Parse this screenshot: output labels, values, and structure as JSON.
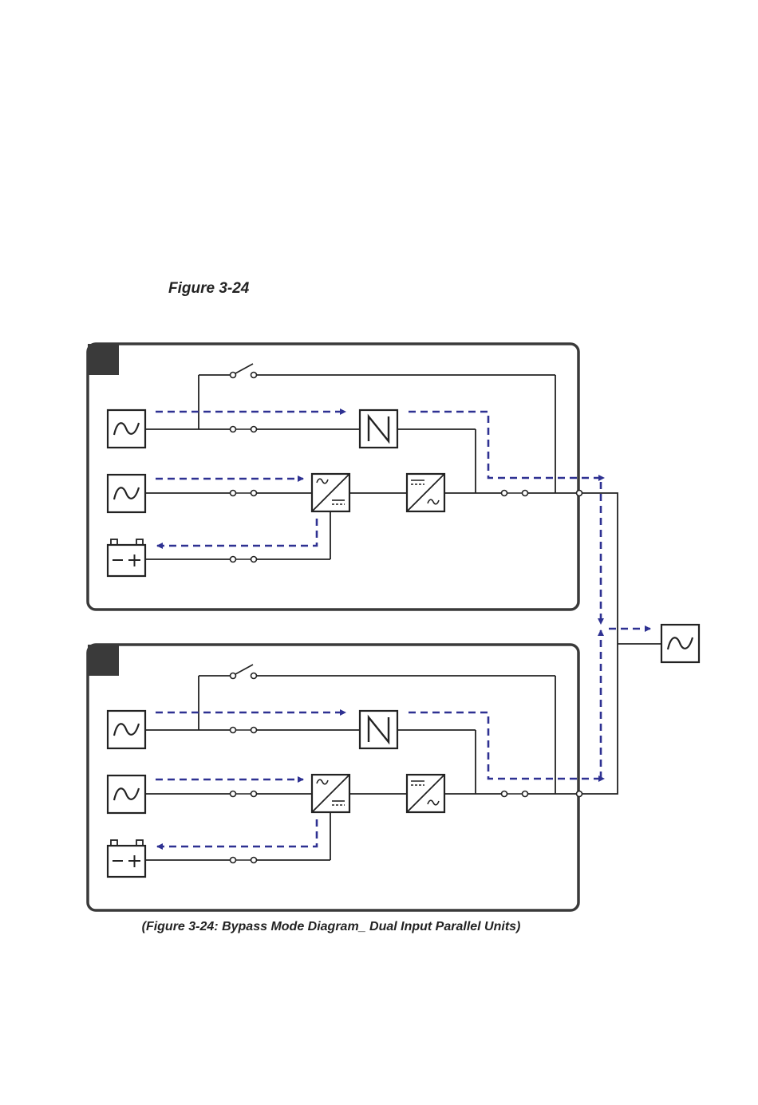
{
  "figure": {
    "title": "Figure 3-24",
    "caption": "(Figure 3-24: Bypass Mode Diagram_ Dual Input Parallel Units)"
  },
  "colors": {
    "line": "#222222",
    "flow": "#2e3192",
    "unit_badge": "#3a3a3a"
  },
  "units": [
    {
      "name": "upper-ups-unit",
      "blocks": [
        "bypass-source",
        "main-source",
        "battery",
        "static-switch",
        "rectifier",
        "inverter"
      ]
    },
    {
      "name": "lower-ups-unit",
      "blocks": [
        "bypass-source",
        "main-source",
        "battery",
        "static-switch",
        "rectifier",
        "inverter"
      ]
    }
  ],
  "load": {
    "icon": "ac-load-icon"
  },
  "icons": {
    "ac_source": "sine-wave-icon",
    "battery": "battery-icon",
    "static_switch": "static-switch-icon",
    "rectifier": "ac-dc-converter-icon",
    "inverter": "dc-ac-converter-icon",
    "breaker": "breaker-icon"
  }
}
